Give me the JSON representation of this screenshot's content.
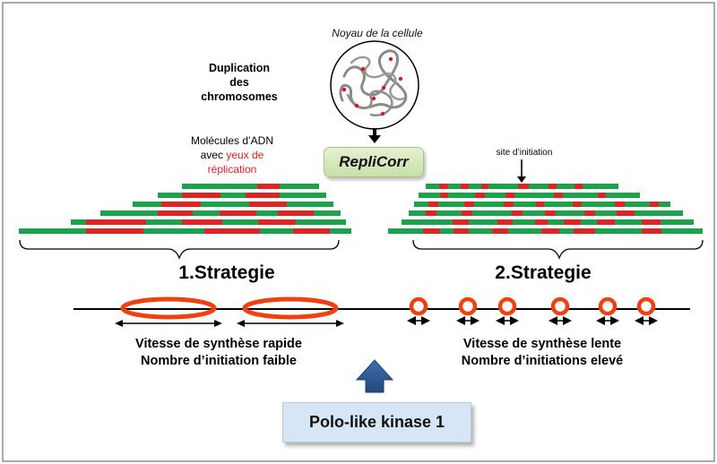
{
  "nucleus": {
    "caption": "Noyau de la cellule"
  },
  "duplication": {
    "line1": "Duplication",
    "line2": "des",
    "line3": "chromosomes"
  },
  "dna_molecules": {
    "line1": "Molécules d’ADN",
    "line2_prefix": "avec ",
    "line2_highlight": "yeux de",
    "line3_highlight": "réplication"
  },
  "replicorr": {
    "label": "RepliCorr"
  },
  "initiation_site": {
    "label": "site d’initiation"
  },
  "strategy1": {
    "title": "1.Strategie",
    "line1": "Vitesse de synthèse rapide",
    "line2": "Nombre d’initiation faible"
  },
  "strategy2": {
    "title": "2.Strategie",
    "line1": "Vitesse de synthèse lente",
    "line2": "Nombre d’initiations elevé"
  },
  "kinase": {
    "label": "Polo-like kinase 1"
  },
  "colors": {
    "dna_strand": "#1aa34a",
    "replication_eye": "#e32222",
    "origin_ring": "#f04010",
    "kinase_box": "#d6e6f5",
    "arrow_blue": "#2f5b95",
    "replicorr_box": "#d6eac0"
  }
}
